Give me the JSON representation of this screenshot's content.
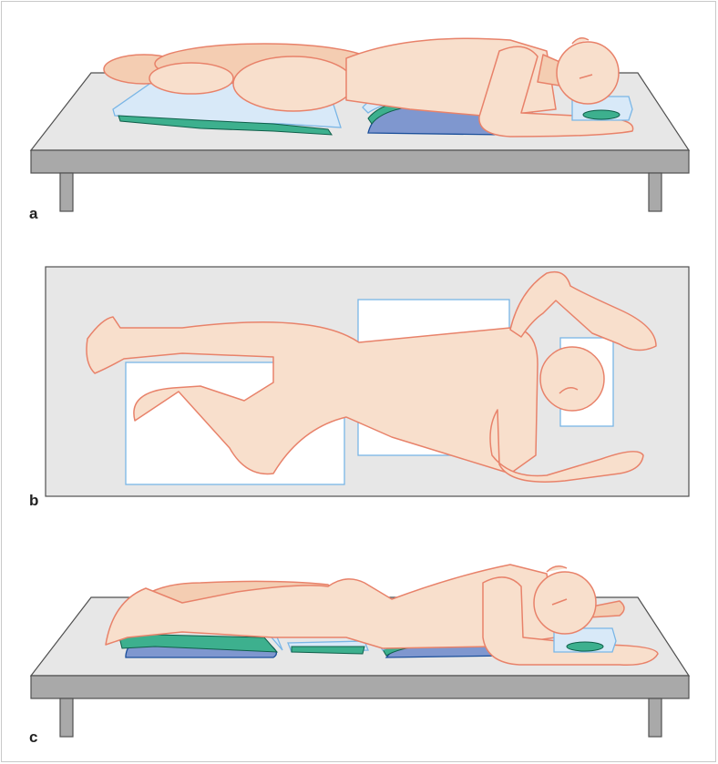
{
  "panels": [
    {
      "id": "a",
      "label": "a",
      "view": "side",
      "position": "prone"
    },
    {
      "id": "b",
      "label": "b",
      "view": "top",
      "position": "prone"
    },
    {
      "id": "c",
      "label": "c",
      "view": "side",
      "position": "prone"
    }
  ],
  "colors": {
    "skin_fill": "#f8dfcc",
    "skin_fill_far": "#f4cdb2",
    "skin_outline": "#e8826a",
    "table_top": "#e7e7e7",
    "table_front": "#a9a9a9",
    "table_outline": "#505050",
    "pad_light_blue": "#d8e9f8",
    "pad_blue_outline": "#7ab6e6",
    "pad_green": "#3db08e",
    "pad_dark_blue": "#7f97cf",
    "pad_dark_blue_outline": "#1b4f9a"
  },
  "icons": {
    "head_ring": "gel-head-ring-icon",
    "pillow": "cylindrical-pillow-icon"
  }
}
